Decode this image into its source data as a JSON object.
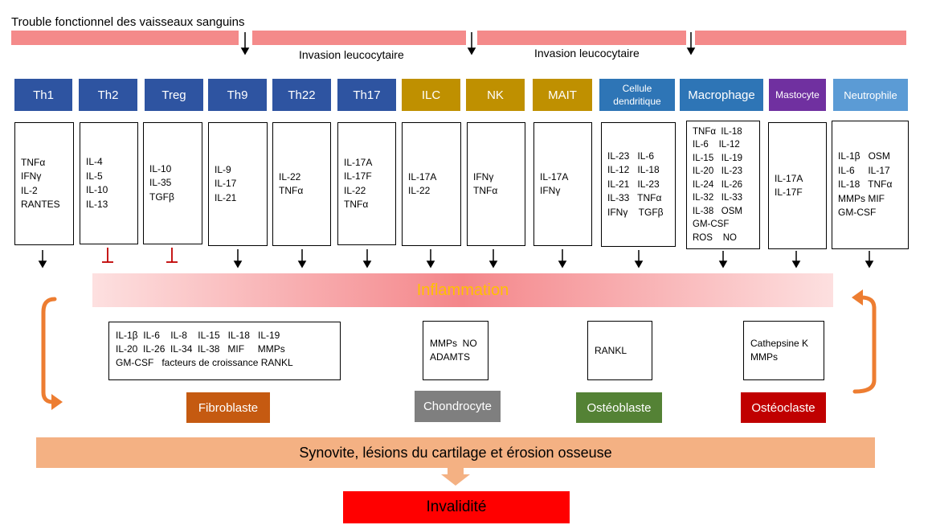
{
  "top": {
    "title": "Trouble fonctionnel des vaisseaux sanguins",
    "invasion_1": "Invasion leucocytaire",
    "invasion_2": "Invasion leucocytaire"
  },
  "cells": [
    {
      "label": "Th1",
      "color": "#2e54a1",
      "cytokines": "TNFα\nIFNγ\nIL-2\nRANTES",
      "effect": "activation"
    },
    {
      "label": "Th2",
      "color": "#2e54a1",
      "cytokines": "IL-4\nIL-5\nIL-10\nIL-13",
      "effect": "inhibition"
    },
    {
      "label": "Treg",
      "color": "#2e54a1",
      "cytokines": "IL-10\nIL-35\nTGFβ",
      "effect": "inhibition"
    },
    {
      "label": "Th9",
      "color": "#2e54a1",
      "cytokines": "IL-9\nIL-17\nIL-21",
      "effect": "activation"
    },
    {
      "label": "Th22",
      "color": "#2e54a1",
      "cytokines": "IL-22\nTNFα",
      "effect": "activation"
    },
    {
      "label": "Th17",
      "color": "#2e54a1",
      "cytokines": "IL-17A\nIL-17F\nIL-22\nTNFα",
      "effect": "activation"
    },
    {
      "label": "ILC",
      "color": "#bf9000",
      "cytokines": "IL-17A\nIL-22",
      "effect": "activation"
    },
    {
      "label": "NK",
      "color": "#bf9000",
      "cytokines": "IFNγ\nTNFα",
      "effect": "activation"
    },
    {
      "label": "MAIT",
      "color": "#bf9000",
      "cytokines": "IL-17A\nIFNγ",
      "effect": "activation"
    },
    {
      "label": "Cellule\ndendritique",
      "color": "#2e75b6",
      "cytokines": "IL-23   IL-6\nIL-12   IL-18\nIL-21   IL-23\nIL-33   TNFα\nIFNγ    TGFβ",
      "effect": "activation"
    },
    {
      "label": "Macrophage",
      "color": "#2e75b6",
      "cytokines": "TNFα  IL-18\nIL-6    IL-12\nIL-15   IL-19\nIL-20   IL-23\nIL-24   IL-26\nIL-32   IL-33\nIL-38   OSM\nGM-CSF\nROS    NO",
      "effect": "activation"
    },
    {
      "label": "Mastocyte",
      "color": "#7030a0",
      "cytokines": "IL-17A\nIL-17F",
      "effect": "activation"
    },
    {
      "label": "Neutrophile",
      "color": "#5b9bd5",
      "cytokines": "IL-1β   OSM\nIL-6     IL-17\nIL-18   TNFα\nMMPs MIF\nGM-CSF",
      "effect": "activation"
    }
  ],
  "inflammation": "Inflammation",
  "effectors": [
    {
      "label": "Fibroblaste",
      "color": "#c55a11",
      "mediators": "IL-1β  IL-6    IL-8    IL-15   IL-18   IL-19\nIL-20  IL-26  IL-34  IL-38   MIF     MMPs\nGM-CSF   facteurs de croissance RANKL"
    },
    {
      "label": "Chondrocyte",
      "color": "#7f7f7f",
      "mediators": "MMPs  NO\nADAMTS"
    },
    {
      "label": "Ostéoblaste",
      "color": "#548235",
      "mediators": "RANKL"
    },
    {
      "label": "Ostéoclaste",
      "color": "#c00000",
      "mediators": "Cathepsine K\nMMPs"
    }
  ],
  "outcome": "Synovite, lésions du cartilage et érosion osseuse",
  "final": "Invalidité",
  "colors": {
    "top_bar": "#f48a8a",
    "inflammation_text": "#ffc000",
    "cycle_arrow": "#ed7d31",
    "outcome_bar": "#f4b183",
    "final_bar": "#ff0000",
    "inhibition": "#c00000"
  }
}
